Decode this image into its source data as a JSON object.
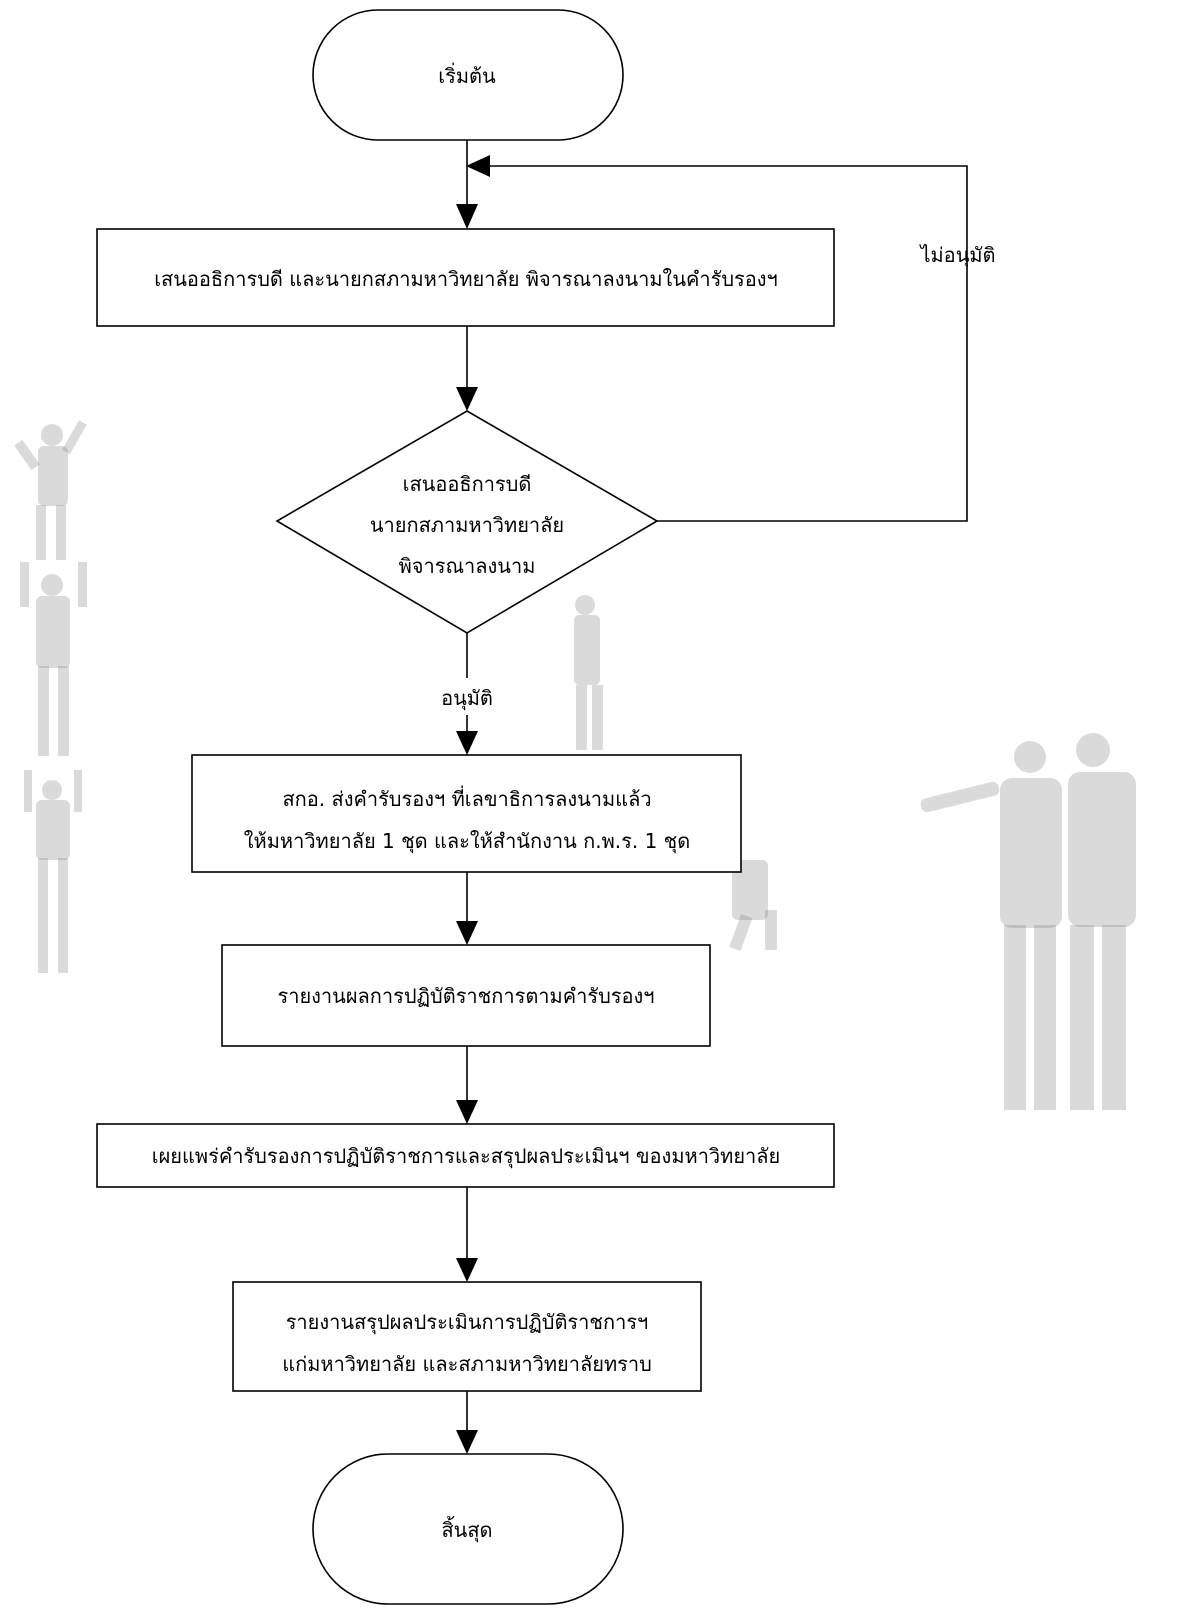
{
  "flowchart": {
    "start": "เริ่มต้น",
    "step1": "เสนออธิการบดี และนายกสภามหาวิทยาลัย พิจารณาลงนามในคำรับรองฯ",
    "decision": [
      "เสนออธิการบดี",
      "นายกสภามหาวิทยาลัย",
      "พิจารณาลงนาม"
    ],
    "reject_label": "ไม่อนุมัติ",
    "approve_label": "อนุมัติ",
    "step2": [
      "สกอ. ส่งคำรับรองฯ ที่เลขาธิการลงนามแล้ว",
      "ให้มหาวิทยาลัย 1 ชุด และให้สำนักงาน ก.พ.ร. 1 ชุด"
    ],
    "step3": "รายงานผลการปฏิบัติราชการตามคำรับรองฯ",
    "step4": "เผยแพร่คำรับรองการปฏิบัติราชการและสรุปผลประเมินฯ ของมหาวิทยาลัย",
    "step5": [
      "รายงานสรุปผลประเมินการปฏิบัติราชการฯ",
      "แก่มหาวิทยาลัย และสภามหาวิทยาลัยทราบ"
    ],
    "end": "สิ้นสุด"
  }
}
